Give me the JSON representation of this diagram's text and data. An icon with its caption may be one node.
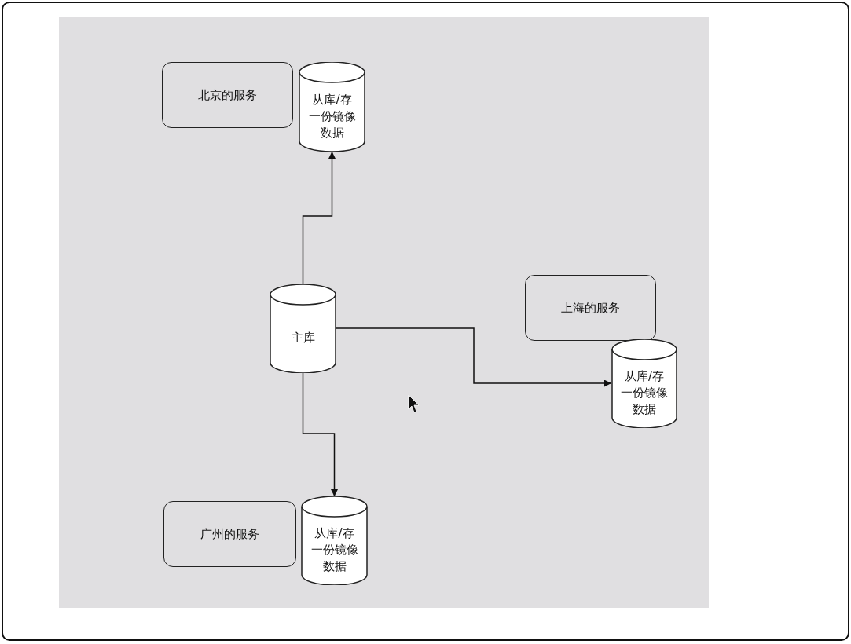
{
  "diagram": {
    "nodes": [
      {
        "text": [
          "北京的服务"
        ]
      },
      {
        "text": [
          "从库/存一份镜像数据"
        ]
      },
      {
        "text": [
          "主库"
        ]
      },
      {
        "text": [
          "上海的服务"
        ]
      },
      {
        "text": [
          "从库/存一份镜像数据"
        ]
      },
      {
        "text": [
          "广州的服务"
        ]
      },
      {
        "text": [
          "从库/存一份镜像数据"
        ]
      }
    ],
    "edges": [
      {
        "from": 2,
        "to": 1,
        "arrow": "to"
      },
      {
        "from": 2,
        "to": 4,
        "arrow": "to"
      },
      {
        "from": 2,
        "to": 6,
        "arrow": "to"
      }
    ]
  }
}
